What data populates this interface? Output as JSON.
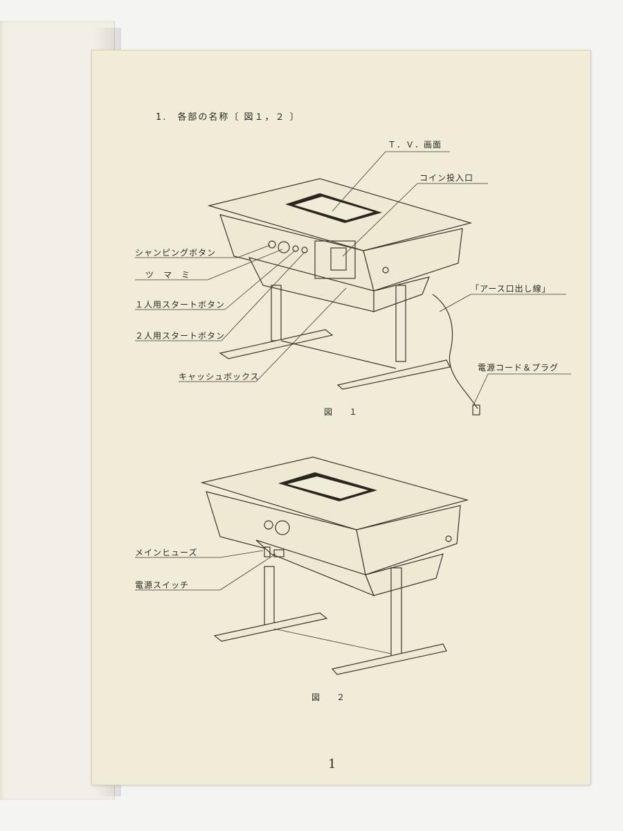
{
  "section_title": "1.　各部の名称〔 図１，２ 〕",
  "figure1": {
    "labels": {
      "tv_screen": "Ｔ．Ｖ．画面",
      "coin_slot": "コイン投入口",
      "shanping_button": "シャンピングボタン",
      "knob": "ツ　マ　ミ",
      "start_1p": "１人用スタートボタン",
      "start_2p": "２人用スタートボタン",
      "cash_box": "キャッシュボックス",
      "ground_wire": "「アース口出し線」",
      "power_cord": "電源コード＆プラグ"
    },
    "caption": "図　１"
  },
  "figure2": {
    "labels": {
      "main_fuse": "メインヒューズ",
      "power_switch": "電源スイッチ"
    },
    "caption": "図　２"
  },
  "page_number": "1"
}
